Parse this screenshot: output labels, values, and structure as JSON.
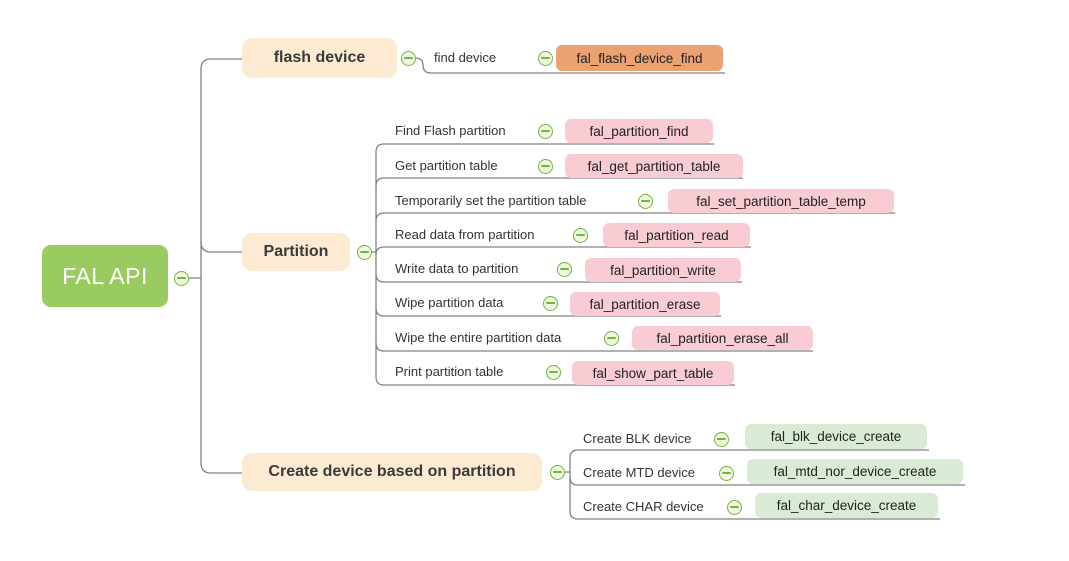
{
  "root": {
    "label": "FAL API"
  },
  "branches": [
    {
      "label": "flash device",
      "children": [
        {
          "label": "find device",
          "api": "fal_flash_device_find"
        }
      ]
    },
    {
      "label": "Partition",
      "children": [
        {
          "label": "Find Flash partition",
          "api": "fal_partition_find"
        },
        {
          "label": "Get partition table",
          "api": "fal_get_partition_table"
        },
        {
          "label": "Temporarily set the partition table",
          "api": "fal_set_partition_table_temp"
        },
        {
          "label": "Read data from partition",
          "api": "fal_partition_read"
        },
        {
          "label": "Write data to partition",
          "api": "fal_partition_write"
        },
        {
          "label": "Wipe partition data",
          "api": "fal_partition_erase"
        },
        {
          "label": "Wipe the entire partition data",
          "api": "fal_partition_erase_all"
        },
        {
          "label": "Print partition table",
          "api": "fal_show_part_table"
        }
      ]
    },
    {
      "label": "Create device based on partition",
      "children": [
        {
          "label": "Create BLK device",
          "api": "fal_blk_device_create"
        },
        {
          "label": "Create MTD device",
          "api": "fal_mtd_nor_device_create"
        },
        {
          "label": "Create CHAR device",
          "api": "fal_char_device_create"
        }
      ]
    }
  ],
  "colors": {
    "root_bg": "#9acb61",
    "branch_bg": "#fcead2",
    "api_orange": "#eca173",
    "api_pink": "#f9ccd3",
    "api_green": "#daebd5",
    "line": "#828282",
    "collapse_green": "#76b43c"
  }
}
